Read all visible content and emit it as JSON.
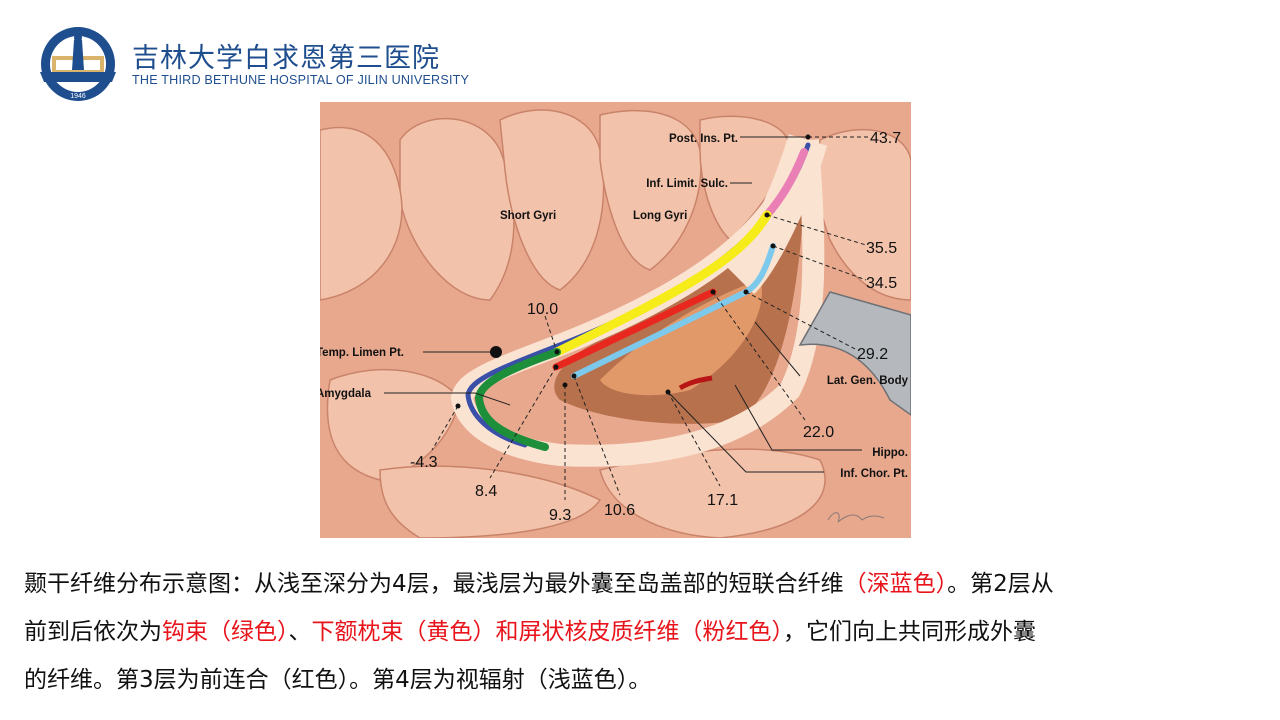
{
  "header": {
    "title_cn": "吉林大学白求恩第三医院",
    "title_en": "THE THIRD BETHUNE HOSPITAL OF JILIN UNIVERSITY",
    "logo_year": "1946"
  },
  "figure": {
    "labels": {
      "post_ins_pt": "Post. Ins. Pt.",
      "inf_limit_sulc": "Inf. Limit. Sulc.",
      "short_gyri": "Short Gyri",
      "long_gyri": "Long Gyri",
      "temp_limen_pt": "Temp. Limen Pt.",
      "amygdala": "Amygdala",
      "lat_gen_body": "Lat. Gen. Body",
      "hippo": "Hippo.",
      "inf_chor_pt": "Inf. Chor. Pt."
    },
    "values": {
      "v43_7": "43.7",
      "v35_5": "35.5",
      "v34_5": "34.5",
      "v10_0": "10.0",
      "v29_2": "29.2",
      "v22_0": "22.0",
      "vm4_3": "-4.3",
      "v8_4": "8.4",
      "v9_3": "9.3",
      "v10_6": "10.6",
      "v17_1": "17.1"
    },
    "colors": {
      "deep_blue": "#3a4fa8",
      "green": "#1d8f3a",
      "yellow": "#f5ec1a",
      "pink": "#ea7fb5",
      "red": "#e8281e",
      "light_blue": "#7cc9ec"
    }
  },
  "caption": {
    "line1": [
      {
        "text": "颞干纤维分布示意图：从浅至深分为4层，最浅层为最外囊至岛盖部的短联合纤维",
        "red": false
      },
      {
        "text": "（深蓝色）",
        "red": true
      },
      {
        "text": "。第2层从",
        "red": false
      }
    ],
    "line2": [
      {
        "text": "前到后依次为",
        "red": false
      },
      {
        "text": "钩束（绿色）",
        "red": true
      },
      {
        "text": "、",
        "red": false
      },
      {
        "text": "下额枕束（黄色）和屏状核皮质纤维（粉红色）",
        "red": true
      },
      {
        "text": "，它们向上共同形成外囊",
        "red": false
      }
    ],
    "line3": [
      {
        "text": "的纤维。第3层为前连合（红色）。第4层为视辐射（浅蓝色）。",
        "red": false
      }
    ]
  }
}
